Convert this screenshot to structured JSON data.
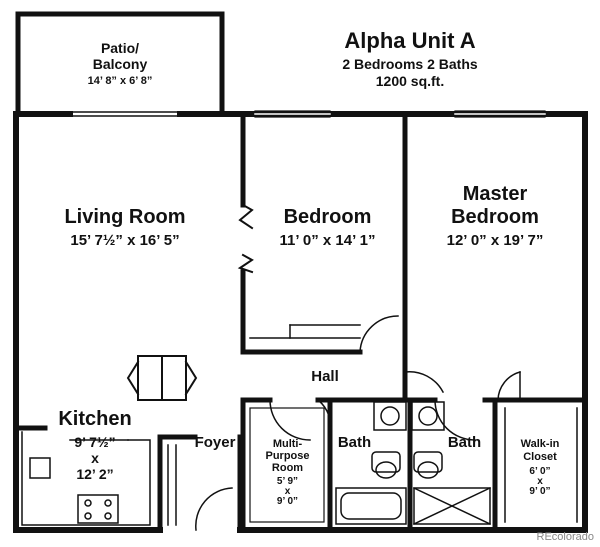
{
  "header": {
    "title": "Alpha Unit A",
    "subtitle": "2 Bedrooms 2 Baths",
    "area": "1200 sq.ft."
  },
  "rooms": {
    "patio": {
      "name_line1": "Patio/",
      "name_line2": "Balcony",
      "dims": "14’ 8” x 6’ 8”"
    },
    "living": {
      "name": "Living Room",
      "dims": "15’ 7½” x 16’ 5”"
    },
    "bedroom": {
      "name": "Bedroom",
      "dims": "11’ 0” x 14’ 1”"
    },
    "master": {
      "name_line1": "Master",
      "name_line2": "Bedroom",
      "dims": "12’ 0” x 19’ 7”"
    },
    "hall": {
      "name": "Hall"
    },
    "kitchen": {
      "name": "Kitchen",
      "dims_line1": "9’ 7½”",
      "dims_line2": "x",
      "dims_line3": "12’ 2”"
    },
    "foyer": {
      "name": "Foyer"
    },
    "multipurpose": {
      "name_line1": "Multi-",
      "name_line2": "Purpose",
      "name_line3": "Room",
      "dims_line1": "5’ 9”",
      "dims_line2": "x",
      "dims_line3": "9’ 0”"
    },
    "bath1": {
      "name": "Bath"
    },
    "bath2": {
      "name": "Bath"
    },
    "closet": {
      "name_line1": "Walk-in",
      "name_line2": "Closet",
      "dims_line1": "6’ 0”",
      "dims_line2": "x",
      "dims_line3": "9’ 0”"
    }
  },
  "watermark": "REcolorado"
}
